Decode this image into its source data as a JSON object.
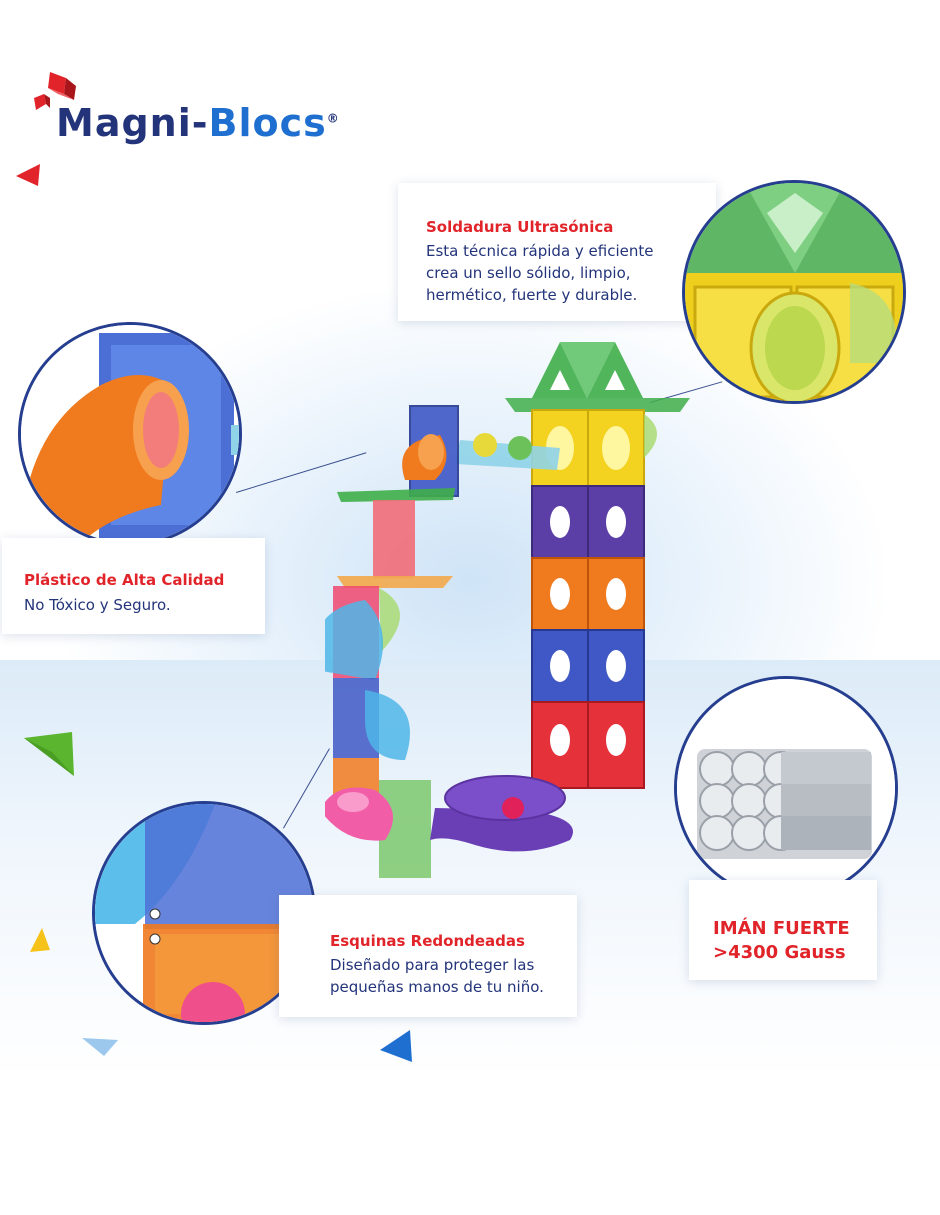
{
  "brand": {
    "part1": "Magni",
    "dash": "-",
    "part2": "Blocs",
    "reg": "®",
    "colors": {
      "navy": "#23347a",
      "blue": "#1f6fd1",
      "red": "#e1242a"
    }
  },
  "features": {
    "welding": {
      "title": "Soldadura Ultrasónica",
      "text": "Esta técnica rápida y eficiente\ncrea un sello sólido, limpio,\nhermético, fuerte y durable."
    },
    "plastic": {
      "title": "Plástico de Alta Calidad",
      "text": "No Tóxico y Seguro."
    },
    "corners": {
      "title": "Esquinas Redondeadas",
      "text": "Diseñado para proteger las\npequeñas manos de tu niño."
    },
    "magnet": {
      "line1": "IMÁN FUERTE",
      "line2": ">4300 Gauss"
    }
  },
  "images": {
    "product": "marble-run-tower",
    "welding_zoom": "welded-tile-closeup",
    "plastic_zoom": "orange-tube-closeup",
    "corners_zoom": "rounded-corner-closeup",
    "magnets": "cylinder-magnets-stack"
  }
}
